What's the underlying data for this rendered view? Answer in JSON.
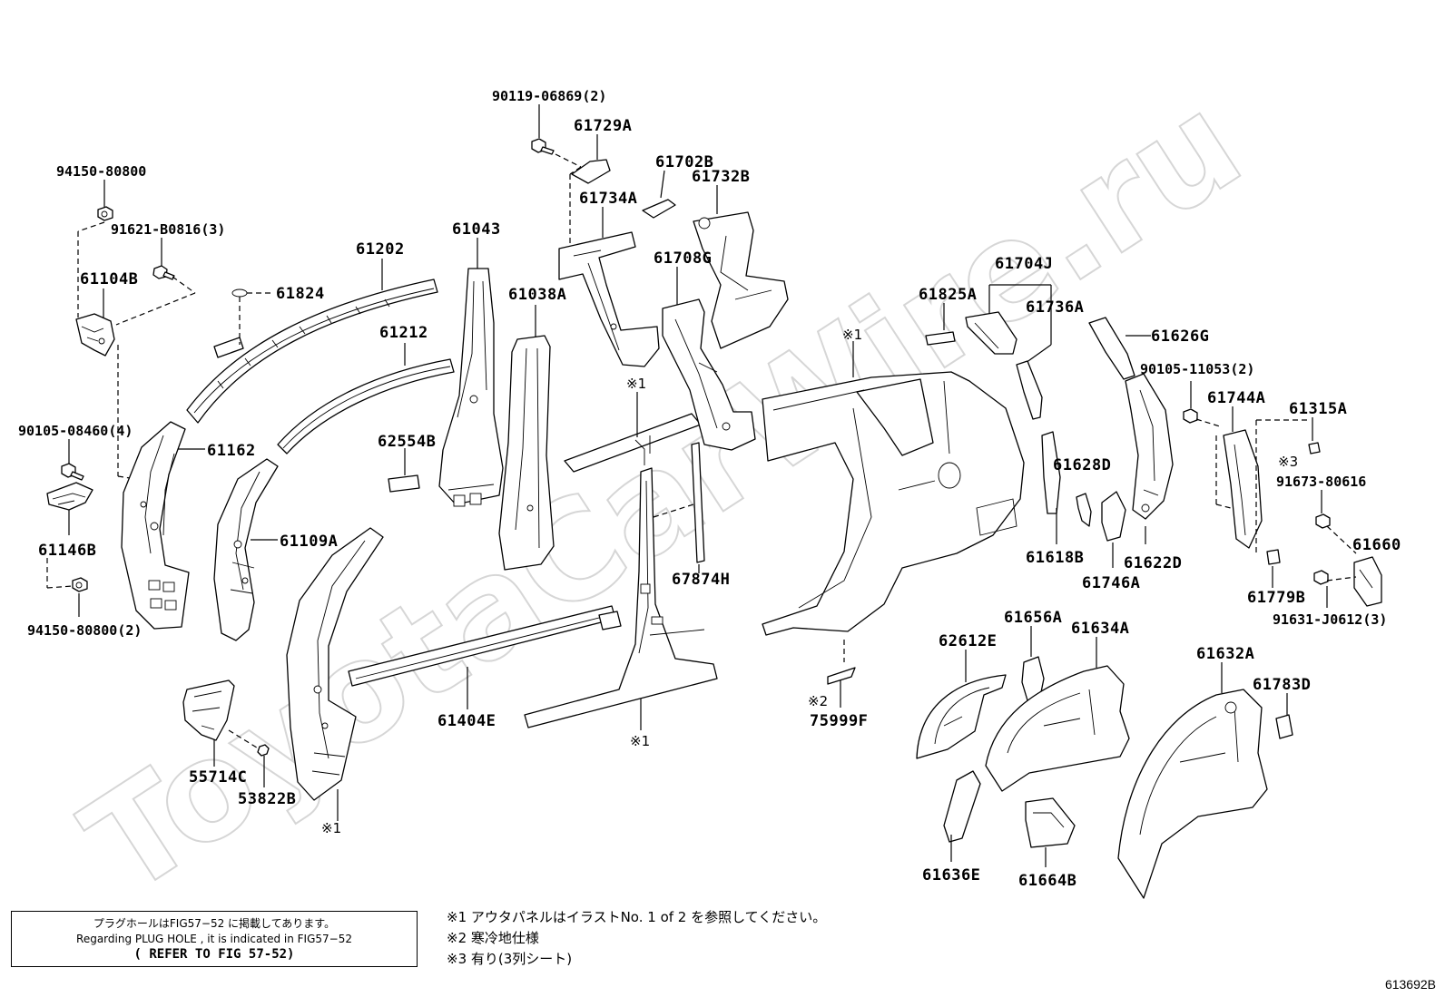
{
  "watermark": "ToyotaCarWire.ru",
  "figure_code": "613692B",
  "note_box": {
    "line_ja": "プラグホールはFIG57−52 に掲載してあります。",
    "line_en": "Regarding PLUG HOLE , it is indicated in FIG57−52",
    "line_ref": "( REFER TO FIG 57-52)"
  },
  "footnotes": [
    "※1 アウタパネルはイラストNo. 1 of 2 を参照してください。",
    "※2 寒冷地仕様",
    "※3 有り(3列シート)"
  ],
  "parts": {
    "p94150_80800": "94150-80800",
    "p91621_B0816": "91621-B0816(3)",
    "p61104B": "61104B",
    "p90105_08460": "90105-08460(4)",
    "p61146B": "61146B",
    "p94150_80800_2": "94150-80800(2)",
    "p61202": "61202",
    "p61824": "61824",
    "p61212": "61212",
    "p61162": "61162",
    "p61109A": "61109A",
    "p61043": "61043",
    "p61038A": "61038A",
    "p62554B": "62554B",
    "p90119_06869": "90119-06869(2)",
    "p61729A": "61729A",
    "p61702B": "61702B",
    "p61732B": "61732B",
    "p61734A": "61734A",
    "p61708G": "61708G",
    "p67874H": "67874H",
    "p61404E": "61404E",
    "p55714C": "55714C",
    "p53822B": "53822B",
    "p61825A": "61825A",
    "p61704J": "61704J",
    "p61736A": "61736A",
    "p61626G": "61626G",
    "p90105_11053": "90105-11053(2)",
    "p61744A": "61744A",
    "p61315A": "61315A",
    "p91673_80616": "91673-80616",
    "p61628D": "61628D",
    "p61618B": "61618B",
    "p61746A": "61746A",
    "p61622D": "61622D",
    "p61660": "61660",
    "p61779B": "61779B",
    "p91631_J0612": "91631-J0612(3)",
    "p62612E": "62612E",
    "p61656A": "61656A",
    "p61634A": "61634A",
    "p61632A": "61632A",
    "p61783D": "61783D",
    "p75999F": "75999F",
    "p61636E": "61636E",
    "p61664B": "61664B"
  },
  "marks": {
    "m1": "※1",
    "m2": "※2",
    "m3": "※3"
  }
}
